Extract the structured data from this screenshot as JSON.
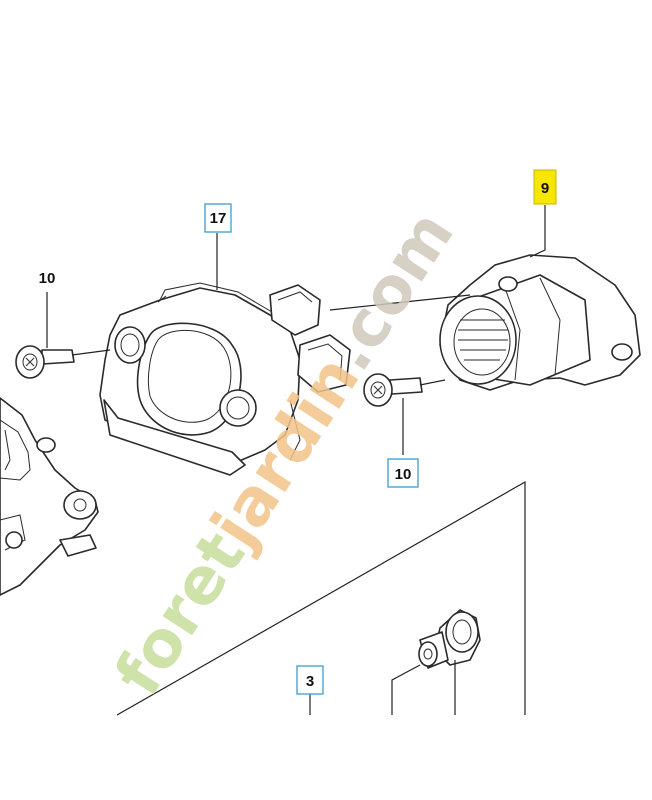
{
  "callouts": [
    {
      "id": "17",
      "text": "17",
      "style": "boxed"
    },
    {
      "id": "10a",
      "text": "10",
      "style": "plain"
    },
    {
      "id": "10b",
      "text": "10",
      "style": "boxed"
    },
    {
      "id": "9",
      "text": "9",
      "style": "highlighted"
    },
    {
      "id": "3",
      "text": "3",
      "style": "boxed"
    }
  ],
  "watermark": {
    "text_a": "foret",
    "text_b": "jardin",
    "text_c": ".com",
    "color_a": "#c6dd9b",
    "color_b": "#f3c489",
    "color_c": "#cfc8bb"
  },
  "colors": {
    "highlight": "#f7e600",
    "box_border": "#3a9fc9",
    "line": "#222222"
  }
}
